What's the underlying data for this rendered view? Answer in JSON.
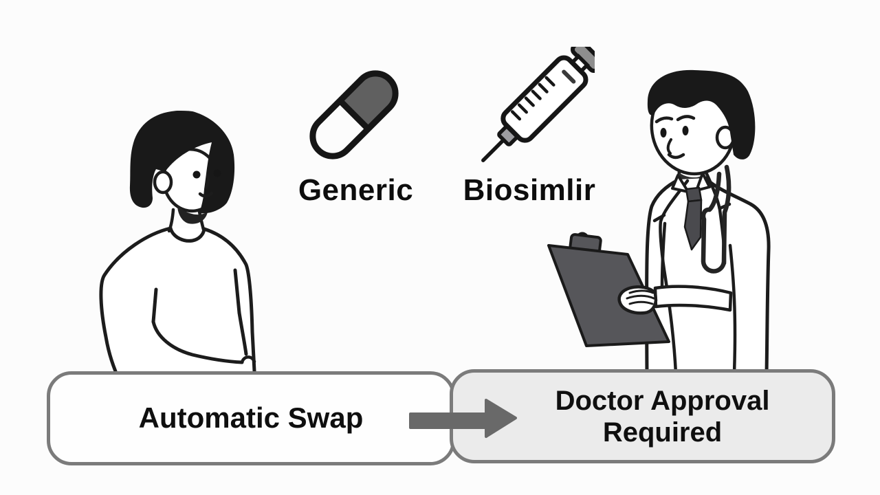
{
  "icons": [
    {
      "name": "capsule-icon",
      "label": "Generic"
    },
    {
      "name": "syringe-icon",
      "label": "Biosimlir"
    }
  ],
  "figures": [
    {
      "name": "patient-figure",
      "description": "woman patient"
    },
    {
      "name": "doctor-figure",
      "description": "doctor holding clipboard"
    }
  ],
  "flow": {
    "left_box": {
      "label": "Automatic Swap"
    },
    "arrow": "right-arrow",
    "right_box": {
      "lines": [
        "Doctor Approval",
        "Required"
      ]
    }
  },
  "colors": {
    "background": "#fcfcfc",
    "ink": "#1c1c1c",
    "capsule_fill": "#606060",
    "syringe_cap": "#8e8e8e",
    "clipboard_fill": "#56565a",
    "tie_fill": "#4a4a4e",
    "arrow": "#696969",
    "box_border": "#7b7b7b",
    "left_box_fill": "#fefefe",
    "right_box_fill": "#ebebeb"
  }
}
